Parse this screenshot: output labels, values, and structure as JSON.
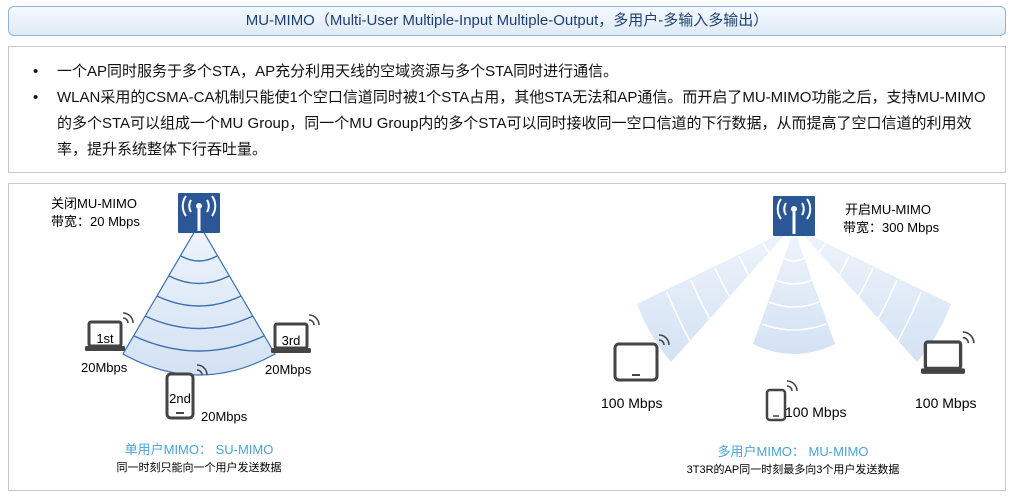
{
  "title": "MU-MIMO（Multi-User Multiple-Input Multiple-Output，多用户-多输入多输出）",
  "bullets": [
    "一个AP同时服务于多个STA，AP充分利用天线的空域资源与多个STA同时进行通信。",
    "WLAN采用的CSMA-CA机制只能使1个空口信道同时被1个STA占用，其他STA无法和AP通信。而开启了MU-MIMO功能之后，支持MU-MIMO的多个STA可以组成一个MU Group，同一个MU Group内的多个STA可以同时接收同一空口信道的下行数据，从而提高了空口信道的利用效率，提升系统整体下行吞吐量。"
  ],
  "bullet_marker": "•",
  "left": {
    "status_line1": "关闭MU-MIMO",
    "status_line2": "带宽：20 Mbps",
    "devices": [
      {
        "label": "1st",
        "rate": "20Mbps",
        "icon": "laptop-icon"
      },
      {
        "label": "2nd",
        "rate": "20Mbps",
        "icon": "phone-icon"
      },
      {
        "label": "3rd",
        "rate": "20Mbps",
        "icon": "laptop-icon"
      }
    ],
    "caption": "单用户MIMO： SU-MIMO",
    "subcaption": "同一时刻只能向一个用户发送数据"
  },
  "right": {
    "status_line1": "开启MU-MIMO",
    "status_line2": "带宽：300 Mbps",
    "devices": [
      {
        "rate": "100 Mbps",
        "icon": "tablet-icon"
      },
      {
        "rate": "100 Mbps",
        "icon": "phone-icon"
      },
      {
        "rate": "100 Mbps",
        "icon": "laptop-icon"
      }
    ],
    "caption": "多用户MIMO： MU-MIMO",
    "subcaption": "3T3R的AP同一时刻最多向3个用户发送数据"
  },
  "colors": {
    "accent": "#4aa3d9",
    "ap_blue": "#2b5797",
    "beam_fill": "#dbe8f7",
    "beam_line": "#3d6fb3",
    "title_text": "#1f3f72"
  }
}
